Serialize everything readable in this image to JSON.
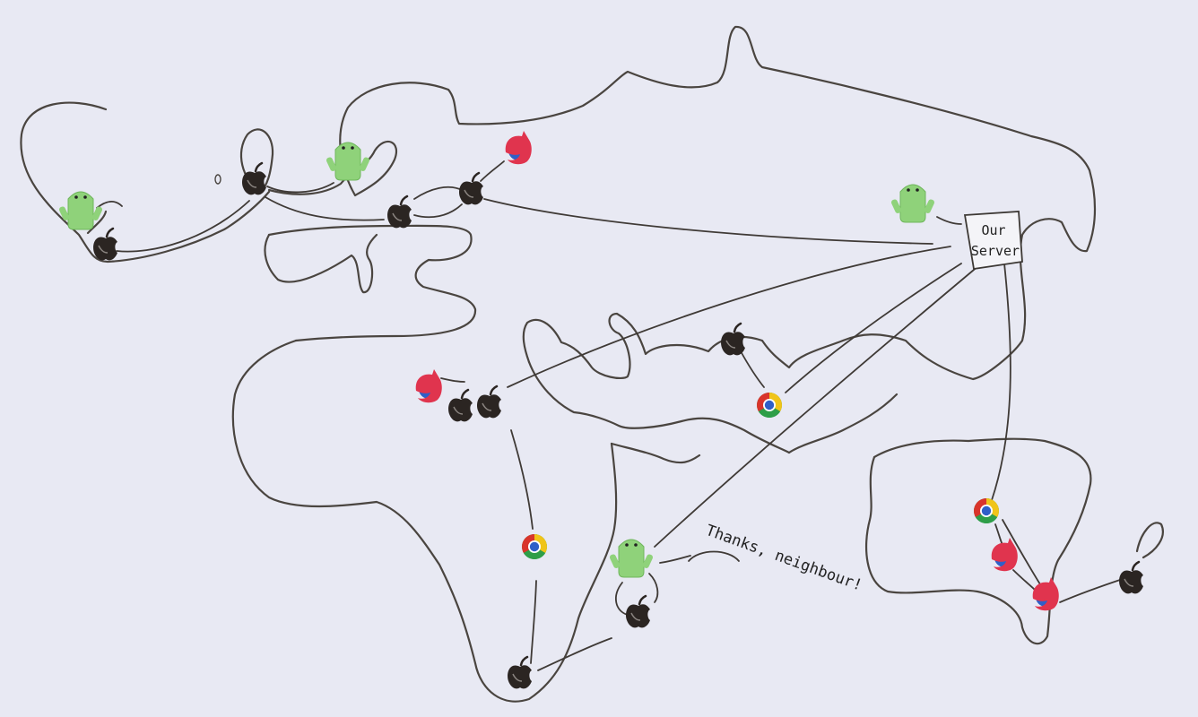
{
  "server": {
    "label_line1": "Our",
    "label_line2": "Server"
  },
  "annotation": "Thanks, neighbour!",
  "colors": {
    "paper": "#e8e9f3",
    "ink": "#4a4540",
    "apple": "#2b2522",
    "android": "#8fd27a",
    "firefox": "#e0344e",
    "chrome_red": "#d9342b",
    "chrome_yellow": "#f0c419",
    "chrome_green": "#2e9e48",
    "chrome_blue": "#2f5fc8"
  },
  "icons": [
    "android-icon",
    "apple-icon",
    "firefox-icon",
    "chrome-icon",
    "server-icon"
  ]
}
